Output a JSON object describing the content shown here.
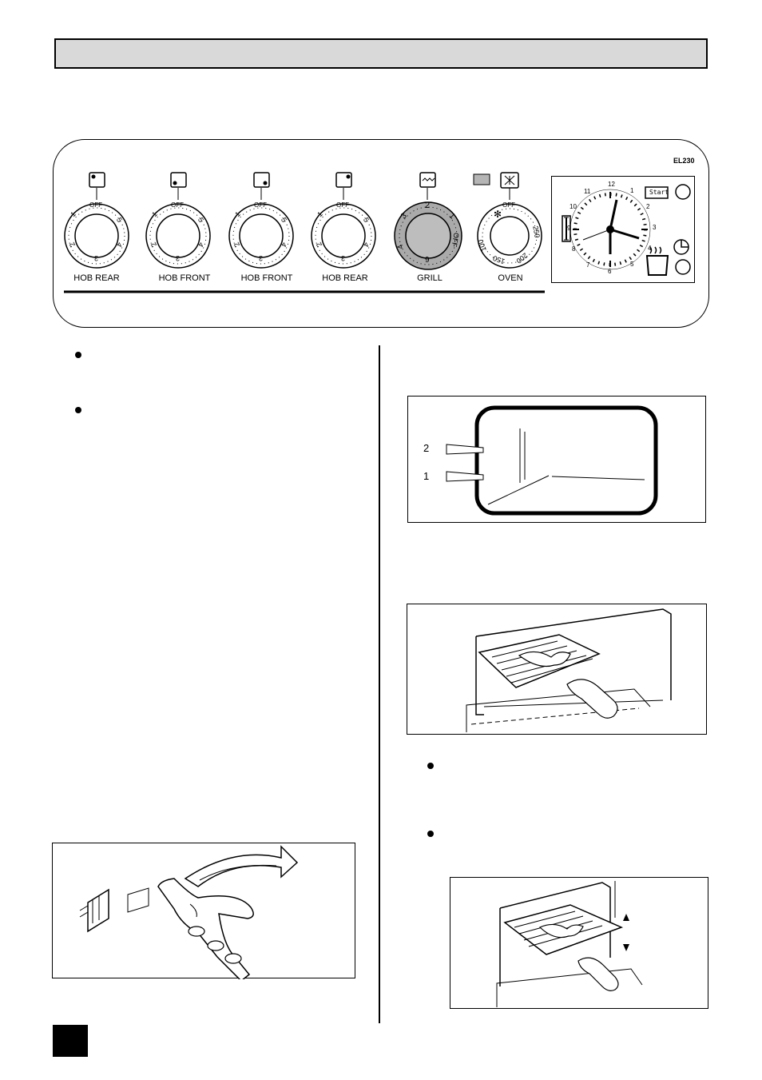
{
  "control_panel": {
    "model_code": "EL230",
    "knobs": [
      {
        "label": "HOB REAR",
        "off": "OFF",
        "marks": [
          "1",
          "5",
          "2",
          "4",
          "3"
        ]
      },
      {
        "label": "HOB FRONT",
        "off": "OFF",
        "marks": [
          "1",
          "5",
          "2",
          "4",
          "3"
        ]
      },
      {
        "label": "HOB FRONT",
        "off": "OFF",
        "marks": [
          "1",
          "5",
          "2",
          "4",
          "3"
        ]
      },
      {
        "label": "HOB REAR",
        "off": "OFF",
        "marks": [
          "1",
          "5",
          "2",
          "4",
          "3"
        ]
      },
      {
        "label": "GRILL",
        "top": "2",
        "marks": [
          "3",
          "1",
          "4",
          "OFF",
          "6"
        ]
      },
      {
        "label": "OVEN",
        "off": "OFF",
        "marks": [
          "250",
          "100",
          "150",
          "200"
        ]
      }
    ],
    "clock": {
      "numbers": [
        "12",
        "1",
        "2",
        "3",
        "4",
        "5",
        "6",
        "7",
        "8",
        "9",
        "10",
        "11"
      ],
      "start_label": "Start"
    }
  },
  "shelf_figure": {
    "labels": [
      "2",
      "1"
    ]
  }
}
